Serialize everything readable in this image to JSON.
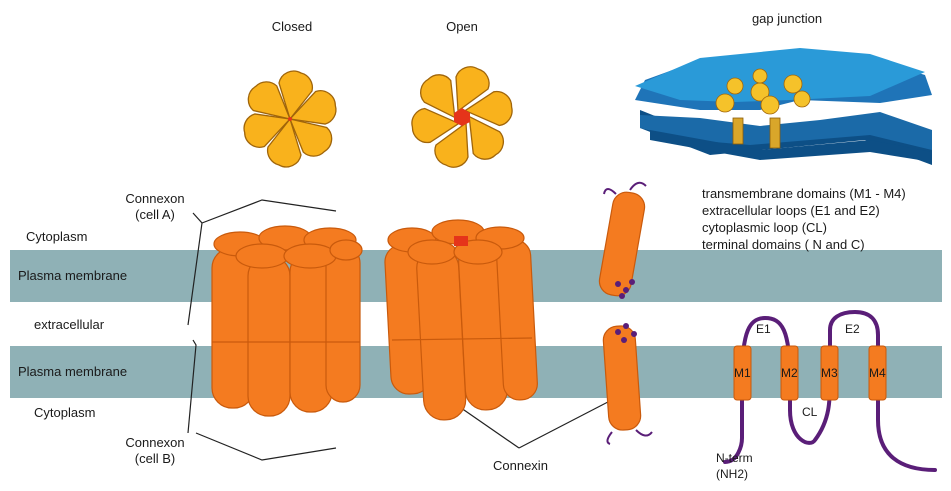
{
  "titles": {
    "closed": "Closed",
    "open": "Open",
    "gap_junction": "gap junction"
  },
  "regions": {
    "cytoplasm_top": "Cytoplasm",
    "plasma_membrane_top": "Plasma membrane",
    "extracellular": "extracellular",
    "plasma_membrane_bottom": "Plasma membrane",
    "cytoplasm_bottom": "Cytoplasm"
  },
  "connexon_a": {
    "line1": "Connexon",
    "line2": "(cell A)"
  },
  "connexon_b": {
    "line1": "Connexon",
    "line2": "(cell B)"
  },
  "connexin": "Connexin",
  "legend": [
    "transmembrane domains (M1 - M4)",
    "extracellular loops (E1 and E2)",
    "cytoplasmic loop (CL)",
    "terminal domains ( N and C)"
  ],
  "topology": {
    "m1": "M1",
    "m2": "M2",
    "m3": "M3",
    "m4": "M4",
    "e1": "E1",
    "e2": "E2",
    "cl": "CL",
    "nterm1": "N-term",
    "nterm2": "(NH2)"
  },
  "colors": {
    "membrane": "#8fb1b6",
    "orange": "#f47b20",
    "orange_dark": "#c95a0c",
    "petal": "#f9b21c",
    "petal_edge": "#a0650a",
    "pore": "#e5341a",
    "purple": "#5a1e78",
    "plate_blue": "#2a8fd0",
    "plate_dark": "#0d4f86"
  }
}
